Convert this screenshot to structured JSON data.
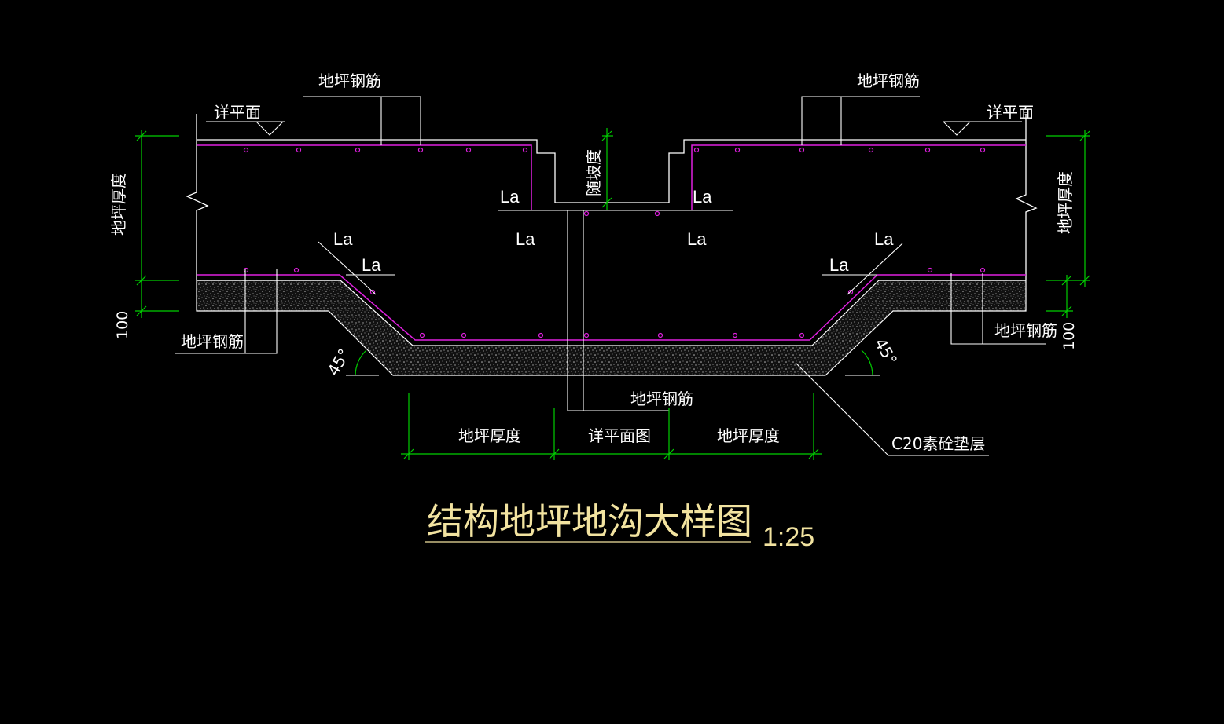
{
  "labels": {
    "rebar": "地坪钢筋",
    "plan_ref": "详平面",
    "slab_thickness": "地坪厚度",
    "anchor": "La",
    "slope": "随坡度",
    "dim_100": "100",
    "plan_ref_drawing": "详平面图",
    "cushion": "C20素砼垫层",
    "angle": "45°"
  },
  "title": {
    "text": "结构地坪地沟大样图",
    "scale": "1:25"
  },
  "colors": {
    "background": "#000000",
    "outline": "#ffffff",
    "rebar": "#e020e0",
    "dimension": "#00d000",
    "title": "#f2e3a0",
    "concrete": "#9a9a9a"
  }
}
